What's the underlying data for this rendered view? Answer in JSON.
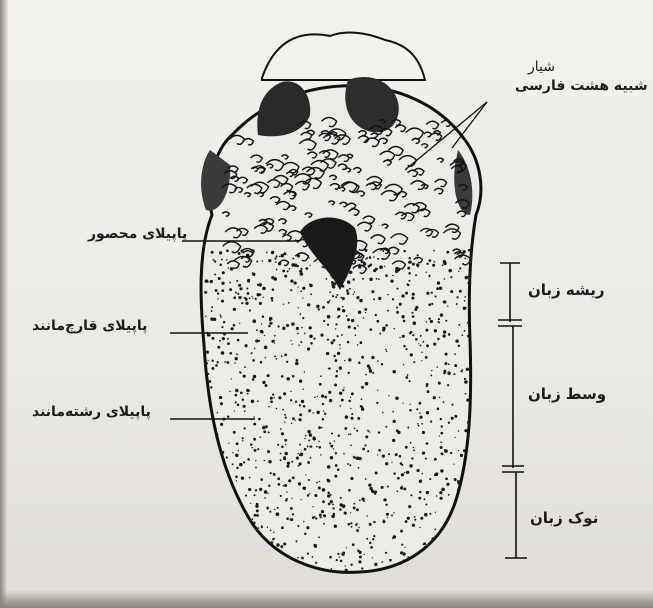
{
  "labels": {
    "groove_line1": "شیار",
    "groove_line2": "شبیه هشت فارسی",
    "circumvallate_papillae": "پاپیلای محصور",
    "fungiform_papillae": "پاپیلای قارچ‌مانند",
    "filiform_papillae": "پاپیلای رشته‌مانند",
    "tongue_root": "ریشه زبان",
    "tongue_middle": "وسط زبان",
    "tongue_tip": "نوک زبان"
  }
}
